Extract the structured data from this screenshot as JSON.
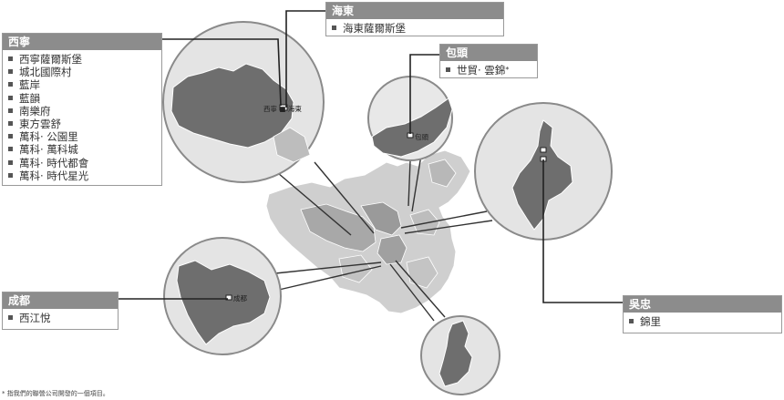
{
  "callouts": {
    "xining": {
      "title": "西寧",
      "items": [
        "西寧薩爾斯堡",
        "城北國際村",
        "藍岸",
        "藍韻",
        "南樂府",
        "東方雲舒",
        "萬科‧ 公園里",
        "萬科‧ 萬科城",
        "萬科‧ 時代都會",
        "萬科‧ 時代星光"
      ]
    },
    "haidong": {
      "title": "海東",
      "items": [
        "海東薩爾斯堡"
      ]
    },
    "baotou": {
      "title": "包頭",
      "items": [
        "世貿‧ 雲錦"
      ],
      "star": "*"
    },
    "chengdu": {
      "title": "成都",
      "items": [
        "西江悅"
      ]
    },
    "wuzhong": {
      "title": "吳忠",
      "items": [
        "錦里"
      ]
    }
  },
  "map_labels": {
    "xining_haidong": "西寧 ■ 海東",
    "baotou": "包頭",
    "chengdu": "成都"
  },
  "footnote": "* 指我們的聯營公司開發的一個項目。",
  "colors": {
    "header": "#8c8c8c",
    "region_dark": "#6e6e6e",
    "region_mid": "#a8a8a8",
    "region_light": "#cfcfcf",
    "circle_bg": "#e4e4e4"
  }
}
